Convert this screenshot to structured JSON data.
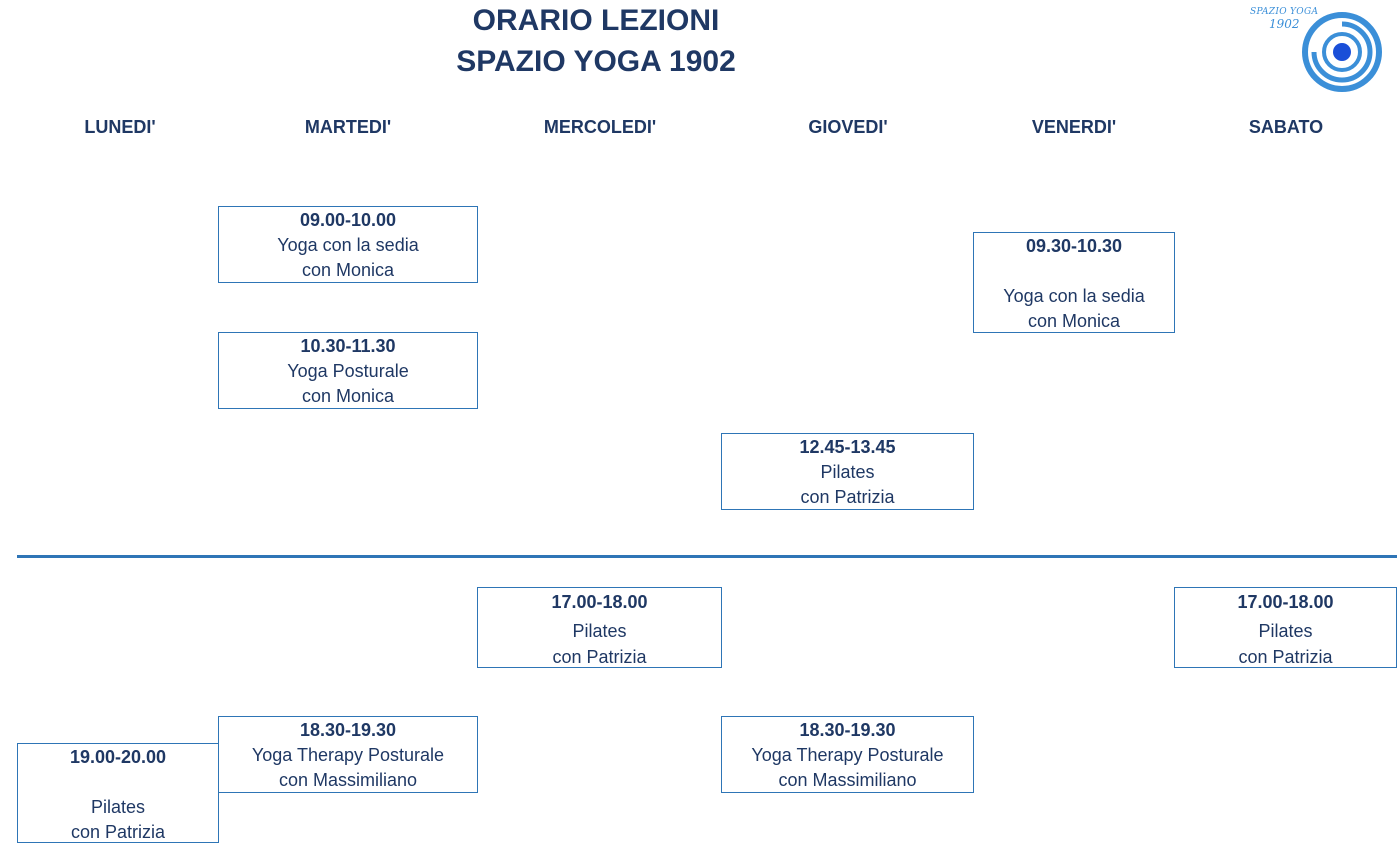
{
  "header": {
    "title_line1": "ORARIO LEZIONI",
    "title_line2": "SPAZIO YOGA 1902"
  },
  "logo": {
    "text_line1": "SPAZIO YOGA",
    "text_line2": "1902",
    "color": "#3b8fd8"
  },
  "days": [
    "LUNEDI'",
    "MARTEDI'",
    "MERCOLEDI'",
    "GIOVEDI'",
    "VENERDI'",
    "SABATO"
  ],
  "colors": {
    "text": "#1f3864",
    "border": "#2e75b6",
    "divider": "#2e75b6"
  },
  "classes": [
    {
      "day": "MARTEDI'",
      "time": "09.00-10.00",
      "name": "Yoga con la sedia",
      "teacher": "con Monica"
    },
    {
      "day": "MARTEDI'",
      "time": "10.30-11.30",
      "name": "Yoga Posturale",
      "teacher": "con Monica"
    },
    {
      "day": "VENERDI'",
      "time": "09.30-10.30",
      "name": "Yoga con la sedia",
      "teacher": "con Monica"
    },
    {
      "day": "GIOVEDI'",
      "time": "12.45-13.45",
      "name": "Pilates",
      "teacher": "con Patrizia"
    },
    {
      "day": "MERCOLEDI'",
      "time": "17.00-18.00",
      "name": "Pilates",
      "teacher": "con Patrizia"
    },
    {
      "day": "SABATO",
      "time": "17.00-18.00",
      "name": "Pilates",
      "teacher": "con Patrizia"
    },
    {
      "day": "MARTEDI'",
      "time": "18.30-19.30",
      "name": "Yoga Therapy Posturale",
      "teacher": "con Massimiliano"
    },
    {
      "day": "GIOVEDI'",
      "time": "18.30-19.30",
      "name": "Yoga Therapy Posturale",
      "teacher": "con Massimiliano"
    },
    {
      "day": "LUNEDI'",
      "time": "19.00-20.00",
      "name": "Pilates",
      "teacher": "con Patrizia"
    }
  ]
}
